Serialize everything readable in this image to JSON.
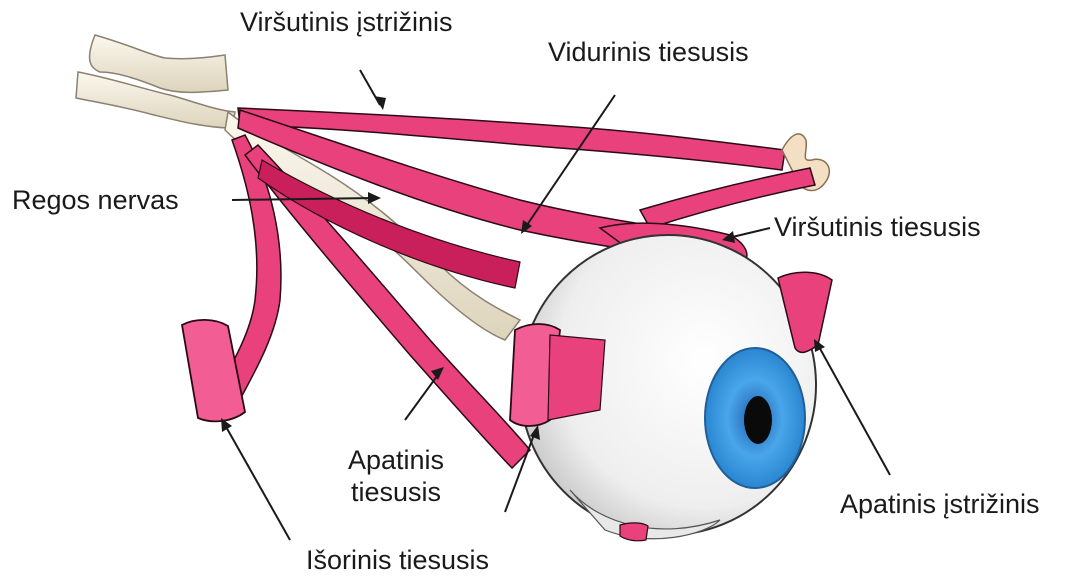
{
  "labels": {
    "superior_oblique": "Viršutinis įstrižinis",
    "medial_rectus": "Vidurinis tiesusis",
    "optic_nerve": "Regos nervas",
    "superior_rectus": "Viršutinis tiesusis",
    "inferior_rectus_line1": "Apatinis",
    "inferior_rectus_line2": "tiesusis",
    "inferior_oblique": "Apatinis įstrižinis",
    "lateral_rectus": "Išorinis tiesusis"
  },
  "colors": {
    "muscle": "#e8417c",
    "muscle_dark": "#b8124f",
    "muscle_edge": "#2a0a14",
    "nerve": "#f3eddc",
    "sclera": "#f4f4f4",
    "iris": "#3a9be0",
    "pupil": "#0a0a0a"
  }
}
